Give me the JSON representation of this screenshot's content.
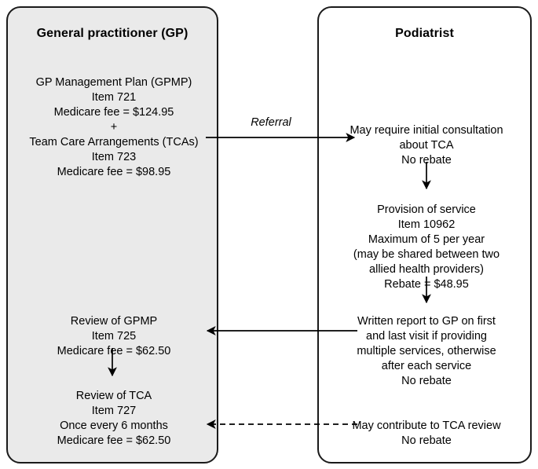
{
  "diagram": {
    "title_left": "General practitioner (GP)",
    "title_right": "Podiatrist",
    "panels": {
      "gp": {
        "title": "General practitioner (GP)",
        "fill": "#eaeaea",
        "stroke": "#1a1a1a",
        "nodes": {
          "gpmp_tca": "GP Management Plan (GPMP)\nItem 721\nMedicare fee = $124.95\n+\nTeam Care Arrangements (TCAs)\nItem 723\nMedicare fee = $98.95",
          "review_gpmp": "Review of GPMP\nItem 725\nMedicare fee = $62.50",
          "review_tca": "Review of TCA\nItem 727\nOnce every 6 months\nMedicare fee = $62.50"
        }
      },
      "podiatrist": {
        "title": "Podiatrist",
        "fill": "#ffffff",
        "stroke": "#1a1a1a",
        "nodes": {
          "initial_consult": "May require initial consultation\nabout TCA\nNo rebate",
          "provision_of_service": "Provision of service\nItem 10962\nMaximum of 5 per year\n(may be shared between two\nallied health providers)\nRebate = $48.95",
          "written_report": "Written report to GP on first\nand last visit if providing\nmultiple services, otherwise\nafter each service\nNo rebate",
          "contribute_tca": "May contribute to TCA review\nNo rebate"
        }
      }
    },
    "edges": {
      "referral_label": "Referral"
    },
    "colors": {
      "panel_fill_gp": "#eaeaea",
      "panel_fill_podiatrist": "#ffffff",
      "stroke": "#1a1a1a",
      "text": "#000000",
      "background": "#ffffff"
    }
  }
}
